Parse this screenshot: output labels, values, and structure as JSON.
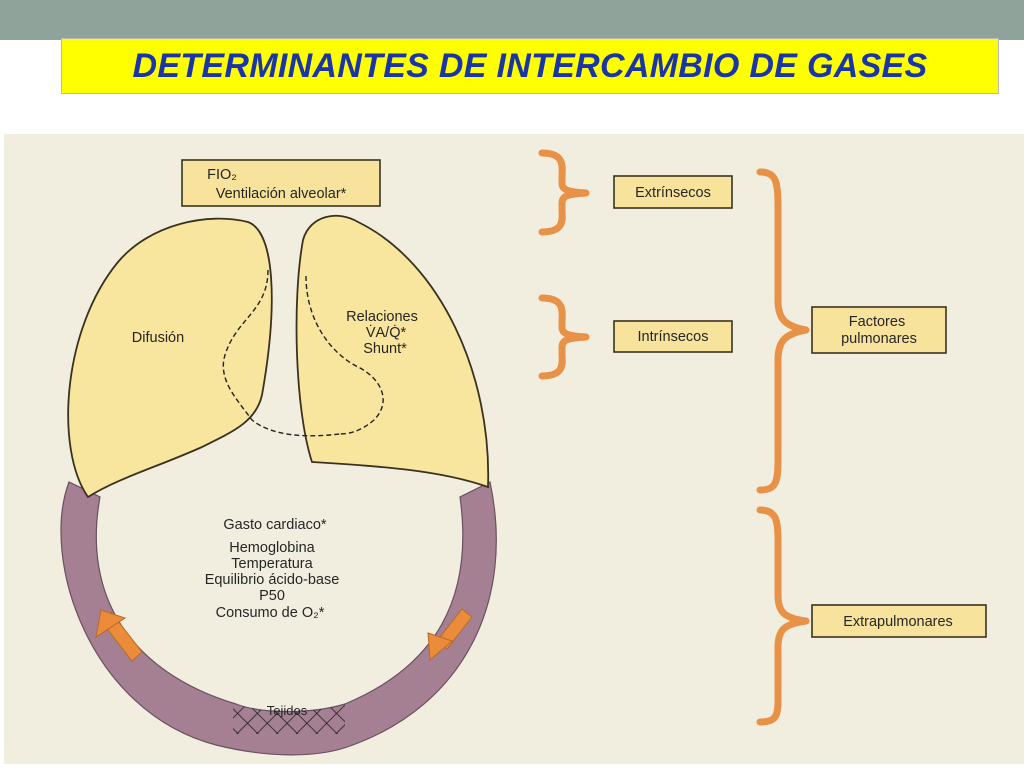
{
  "colors": {
    "top_bar": "#8fa39a",
    "title_bg": "#ffff00",
    "title_text": "#1a35a8",
    "paper": "#f1eee0",
    "lung_fill": "#f8e59e",
    "circulation_fill": "#a57f92",
    "box_fill": "#f7e39b",
    "brace": "#e89248",
    "arrow": "#eb8c3a"
  },
  "title": "DETERMINANTES DE INTERCAMBIO DE GASES",
  "diagram": {
    "fio2_box": {
      "line1": "FIO₂",
      "line2": "Ventilación alveolar*"
    },
    "left_lung_label": "Difusión",
    "right_lung_label": {
      "line1": "Relaciones",
      "line2": "V̇A/Q̇*",
      "line3": "Shunt*"
    },
    "systemic_factors": [
      "Gasto cardiaco*",
      "Hemoglobina",
      "Temperatura",
      "Equilibrio ácido-base",
      "P50",
      "Consumo de O₂*"
    ],
    "tissue_label": "Tejidos",
    "extrinsic_box": "Extrínsecos",
    "intrinsic_box": "Intrínsecos",
    "pulmonary_box": {
      "line1": "Factores",
      "line2": "pulmonares"
    },
    "extrapulmonary_box": "Extrapulmonares"
  }
}
